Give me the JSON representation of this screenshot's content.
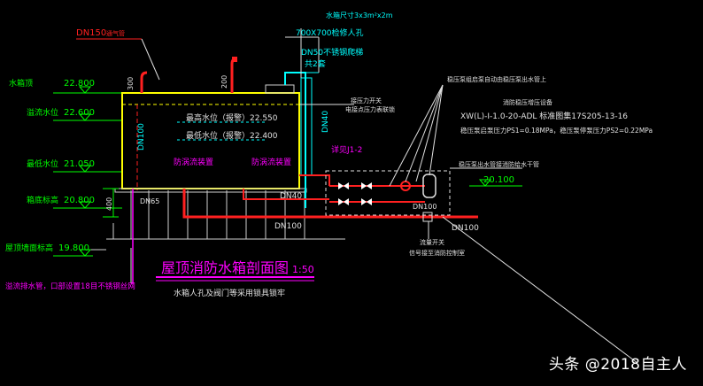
{
  "labels": {
    "tank_top_label": "水箱顶",
    "tank_top_elev": "22.800",
    "overflow_label": "溢流水位",
    "overflow_elev": "22.600",
    "max_level_label": "最高水位（报警）22.550",
    "min_level_label": "最低水位（报警）22.400",
    "lowest_level_label": "最低水位",
    "lowest_level_elev": "21.050",
    "base_label": "箱底标高",
    "base_elev": "20.800",
    "roof_label": "屋顶墙面标高",
    "roof_elev": "19.800",
    "dn150": "DN150",
    "dn150_suffix": "通气管",
    "top_note": "水箱尺寸3x3m²x2m",
    "manhole_note": "700X700检修人孔",
    "ladder_note": "DN50不锈钢爬梯",
    "ladder_note2": "共2套",
    "dn100_vertical": "DN100",
    "dn40_vertical": "DN40",
    "dn65": "DN65",
    "anti_vortex_left": "防涡流装置",
    "anti_vortex_right": "防涡流装置",
    "dim_300": "300",
    "dim_400": "400",
    "dim_200": "200",
    "ref_label": "详见J1-2",
    "pipe_dn40": "DN40",
    "pipe_dn100_left": "DN100",
    "pipe_dn100_right": "DN100",
    "pump_dn100": "DN100",
    "elev_right": "20.100",
    "spec_title": "消防稳压增压设备",
    "spec_model": "XW(L)-I-1.0-20-ADL 标准图集17S205-13-16",
    "spec_pressure": "稳压泵启泵压力PS1=0.18MPa，稳压泵停泵压力PS2=0.22MPa",
    "note_top_right": "稳压泵组启泵自动由稳压泵出水管上",
    "note_pressure_gauge": "接压力开关",
    "note_pressure_gauge2": "电接点压力表联锁",
    "note_connect": "稳压泵出水管接消防给水干管",
    "note_switch": "流量开关",
    "note_switch2": "信号接至消防控制室",
    "note_overflow": "溢流排水管，口部设置18目不锈钢丝网",
    "title": "屋顶消防水箱剖面图",
    "scale": "1:50",
    "subtitle": "水箱人孔及阀门等采用锁具锁牢"
  },
  "watermark": "头条 @2018自主人",
  "colors": {
    "bg": "#000000",
    "tank": "#ffff00",
    "pipe_red": "#ff2020",
    "cyan": "#00ffff",
    "magenta": "#ff00ff",
    "green": "#00ff00",
    "white": "#ffffff",
    "blue": "#4070ff"
  }
}
